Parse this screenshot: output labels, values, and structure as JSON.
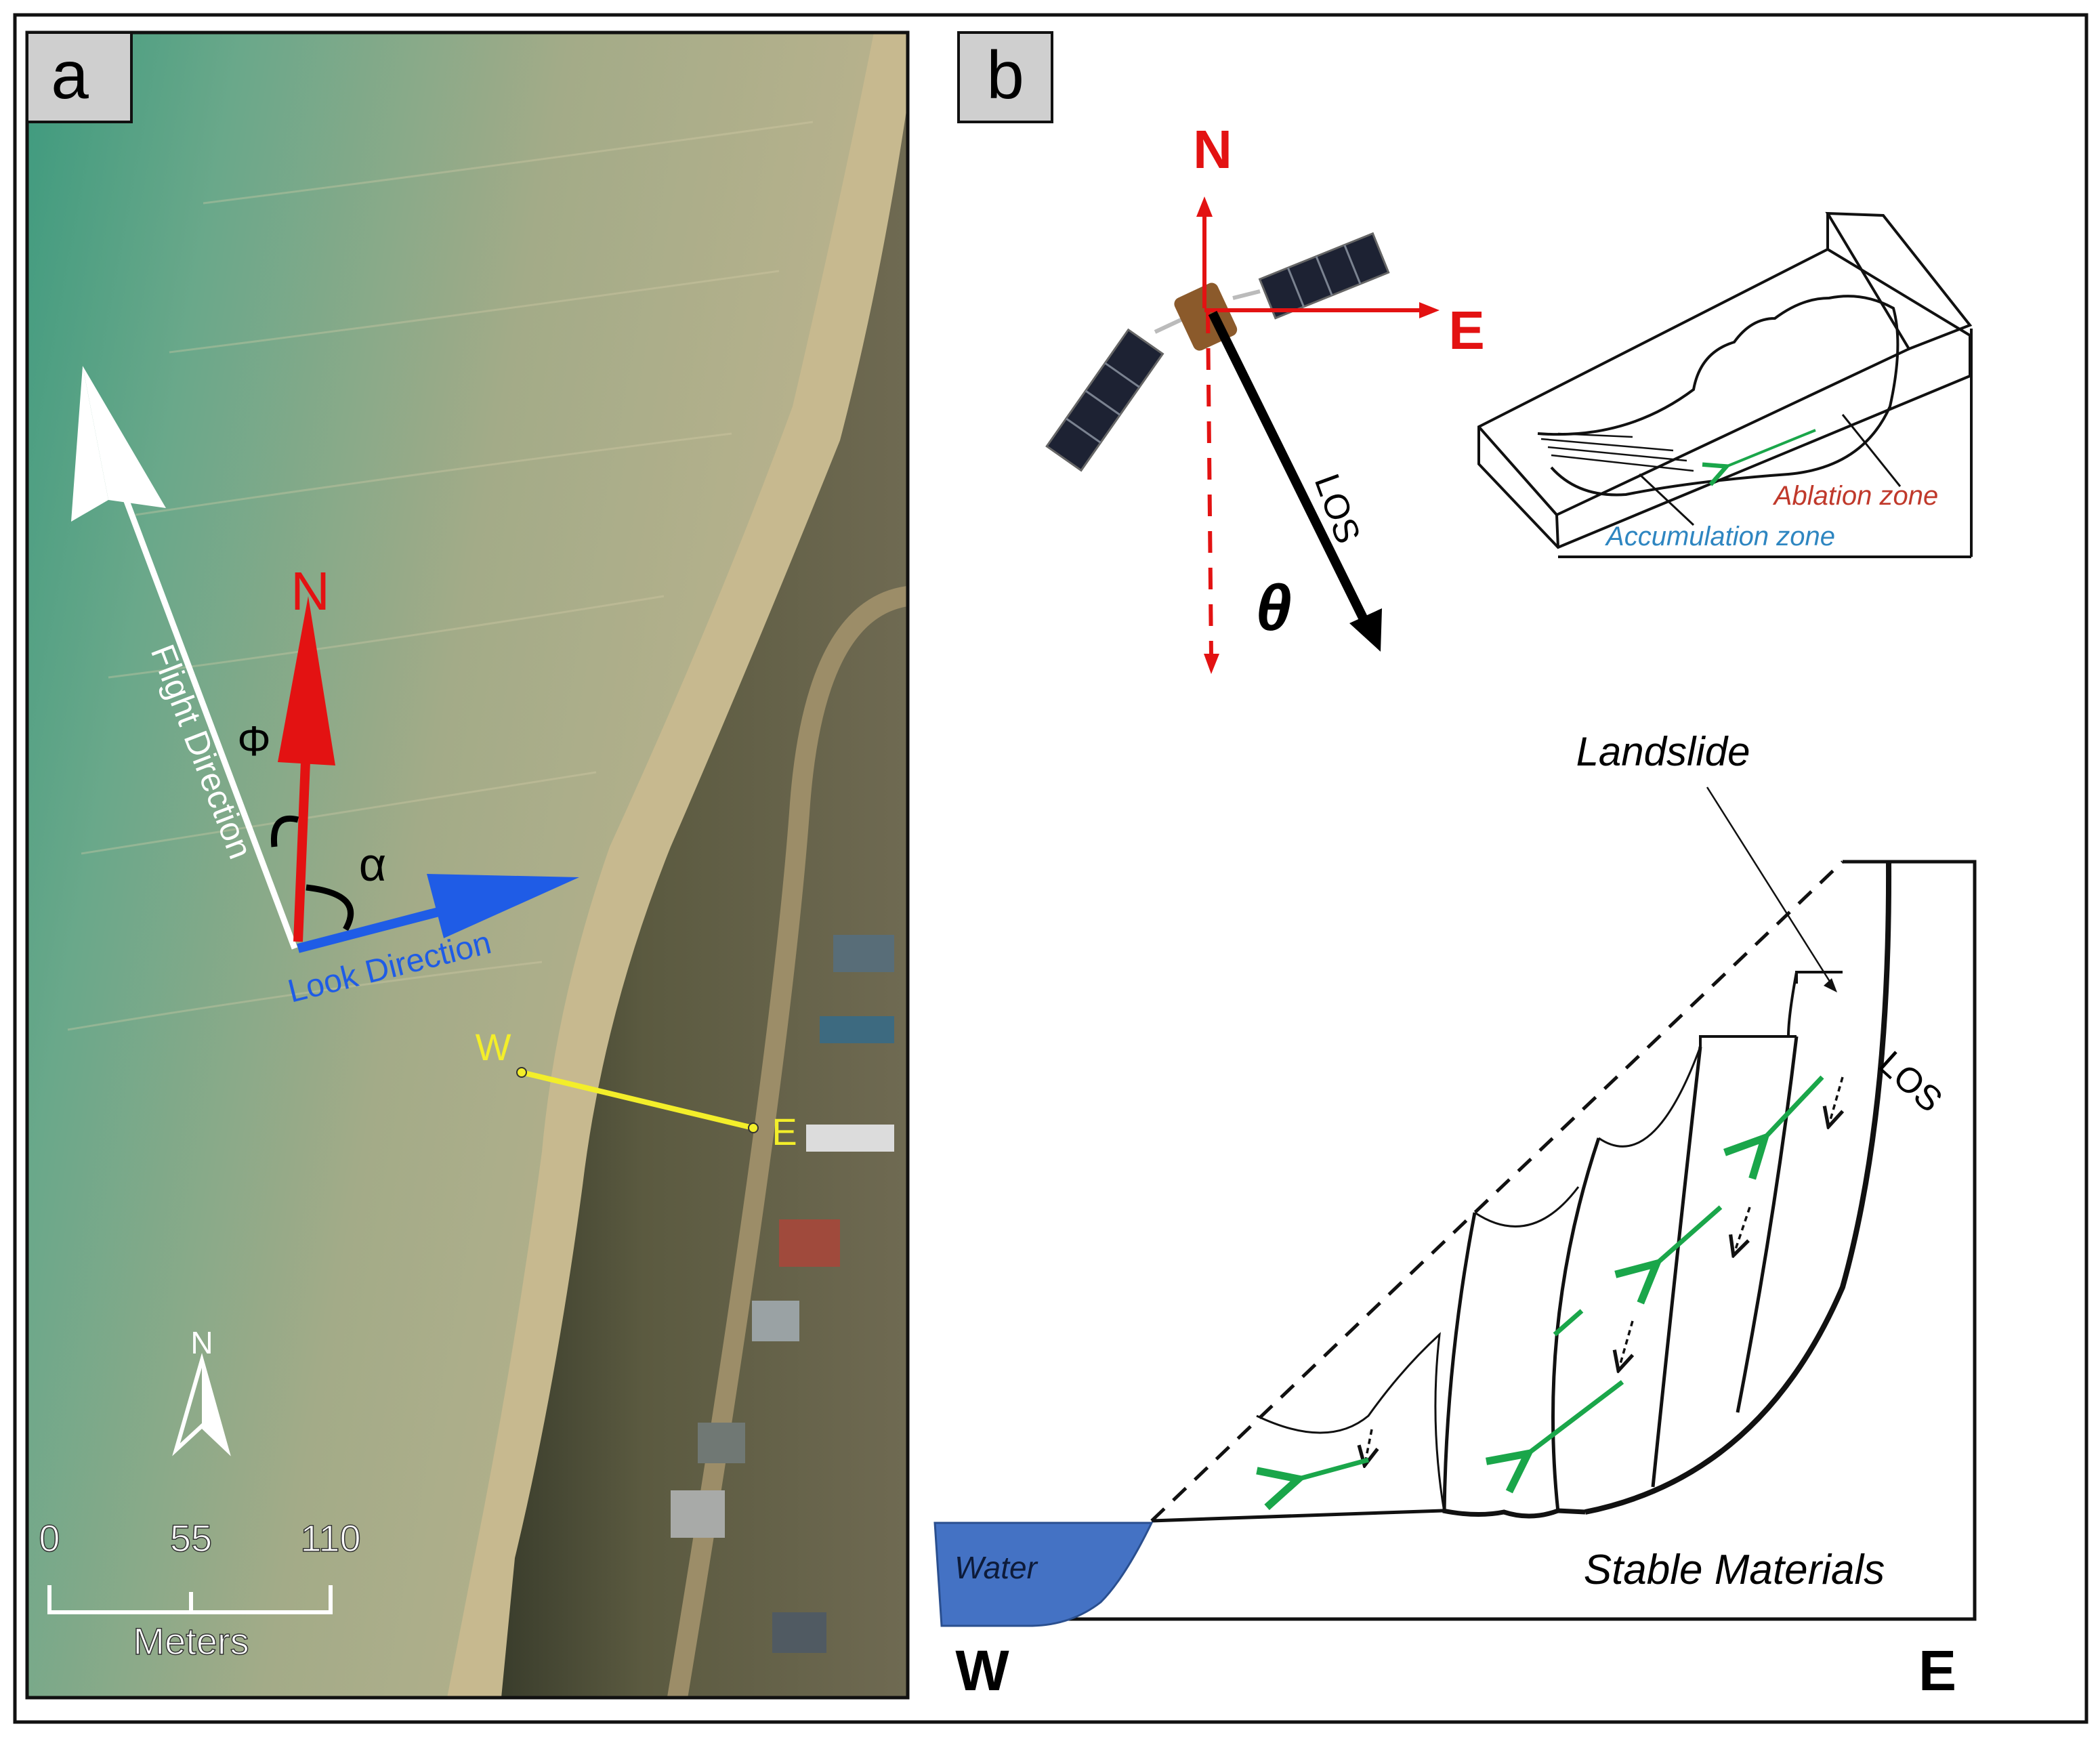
{
  "panel_a": {
    "label": "a",
    "compass": {
      "north": "N",
      "phi": "Φ",
      "alpha": "α"
    },
    "flight_direction": "Flight Direction",
    "look_direction": "Look Direction",
    "profile": {
      "west": "W",
      "east": "E"
    },
    "north_arrow": "N",
    "scale_bar": {
      "ticks": [
        "0",
        "55",
        "110"
      ],
      "unit": "Meters"
    },
    "colors": {
      "north_arrow": "#e31212",
      "look_arrow": "#1f5ce6",
      "profile_line": "#f3ee2a",
      "flight_arrow": "#ffffff"
    }
  },
  "panel_b": {
    "label": "b",
    "satellite": {
      "north": "N",
      "east": "E",
      "los": "LOS",
      "theta": "θ"
    },
    "glacier_sketch": {
      "ablation": "Ablation zone",
      "accumulation": "Accumulation zone"
    },
    "landslide": {
      "title": "Landslide",
      "los": "LOS",
      "stable": "Stable Materials",
      "water": "Water",
      "west": "W",
      "east": "E"
    },
    "colors": {
      "axes": "#e31212",
      "movement_arrows": "#1aa64a",
      "water": "#4472c4",
      "ablation_text": "#c0392b",
      "accumulation_text": "#2e86c1"
    }
  }
}
